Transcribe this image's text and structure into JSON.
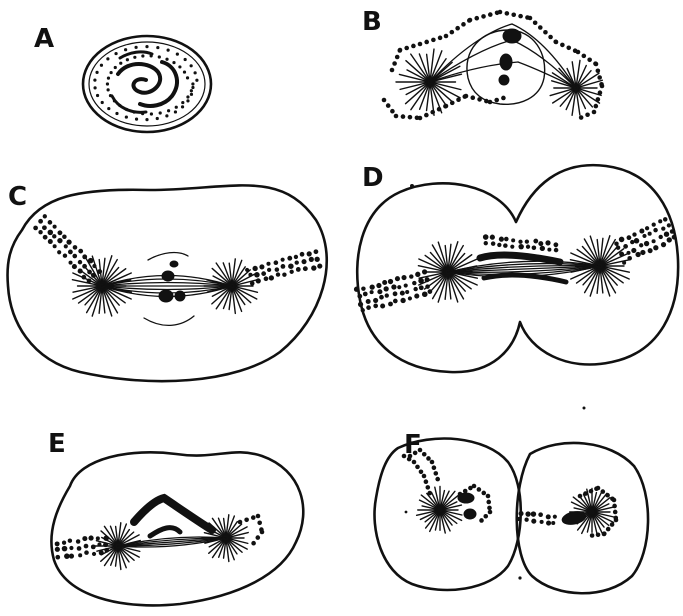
{
  "figure": {
    "panels": [
      {
        "id": "A",
        "label": "A"
      },
      {
        "id": "B",
        "label": "B"
      },
      {
        "id": "C",
        "label": "C"
      },
      {
        "id": "D",
        "label": "D"
      },
      {
        "id": "E",
        "label": "E"
      },
      {
        "id": "F",
        "label": "F"
      }
    ]
  }
}
